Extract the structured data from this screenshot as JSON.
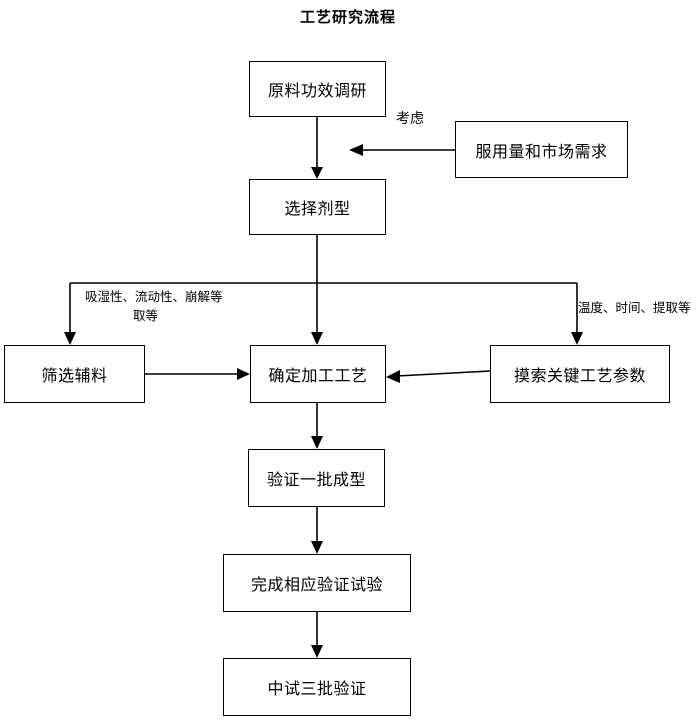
{
  "diagram": {
    "title": "工艺研究流程",
    "type": "flowchart",
    "orientation": "top-to-bottom",
    "nodes": [
      {
        "id": "n1",
        "label": "原料功效调研",
        "shape": "rectangle"
      },
      {
        "id": "n2",
        "label": "服用量和市场需求",
        "shape": "rectangle"
      },
      {
        "id": "n3",
        "label": "选择剂型",
        "shape": "rectangle"
      },
      {
        "id": "n4",
        "label": "筛选辅料",
        "shape": "rectangle"
      },
      {
        "id": "n5",
        "label": "确定加工工艺",
        "shape": "rectangle"
      },
      {
        "id": "n6",
        "label": "摸索关键工艺参数",
        "shape": "rectangle"
      },
      {
        "id": "n7",
        "label": "验证一批成型",
        "shape": "rectangle"
      },
      {
        "id": "n8",
        "label": "完成相应验证试验",
        "shape": "rectangle"
      },
      {
        "id": "n9",
        "label": "中试三批验证",
        "shape": "rectangle"
      }
    ],
    "edge_labels": {
      "consider": "考虑",
      "left_branch_line1": "吸湿性、流动性、崩解等",
      "left_branch_line2": "取等",
      "right_branch": "温度、时间、提取等"
    },
    "edges": [
      {
        "from": "n1",
        "to": "n3",
        "label": ""
      },
      {
        "from": "n2",
        "to": "n1",
        "label": "考虑"
      },
      {
        "from": "n3",
        "to": "n4",
        "label": "吸湿性、流动性、崩解等 取等"
      },
      {
        "from": "n3",
        "to": "n5",
        "label": ""
      },
      {
        "from": "n3",
        "to": "n6",
        "label": "温度、时间、提取等"
      },
      {
        "from": "n4",
        "to": "n5",
        "label": ""
      },
      {
        "from": "n6",
        "to": "n5",
        "label": ""
      },
      {
        "from": "n5",
        "to": "n7",
        "label": ""
      },
      {
        "from": "n7",
        "to": "n8",
        "label": ""
      },
      {
        "from": "n8",
        "to": "n9",
        "label": ""
      }
    ],
    "colors": {
      "stroke": "#000000",
      "fill": "#ffffff",
      "text": "#000000"
    }
  }
}
